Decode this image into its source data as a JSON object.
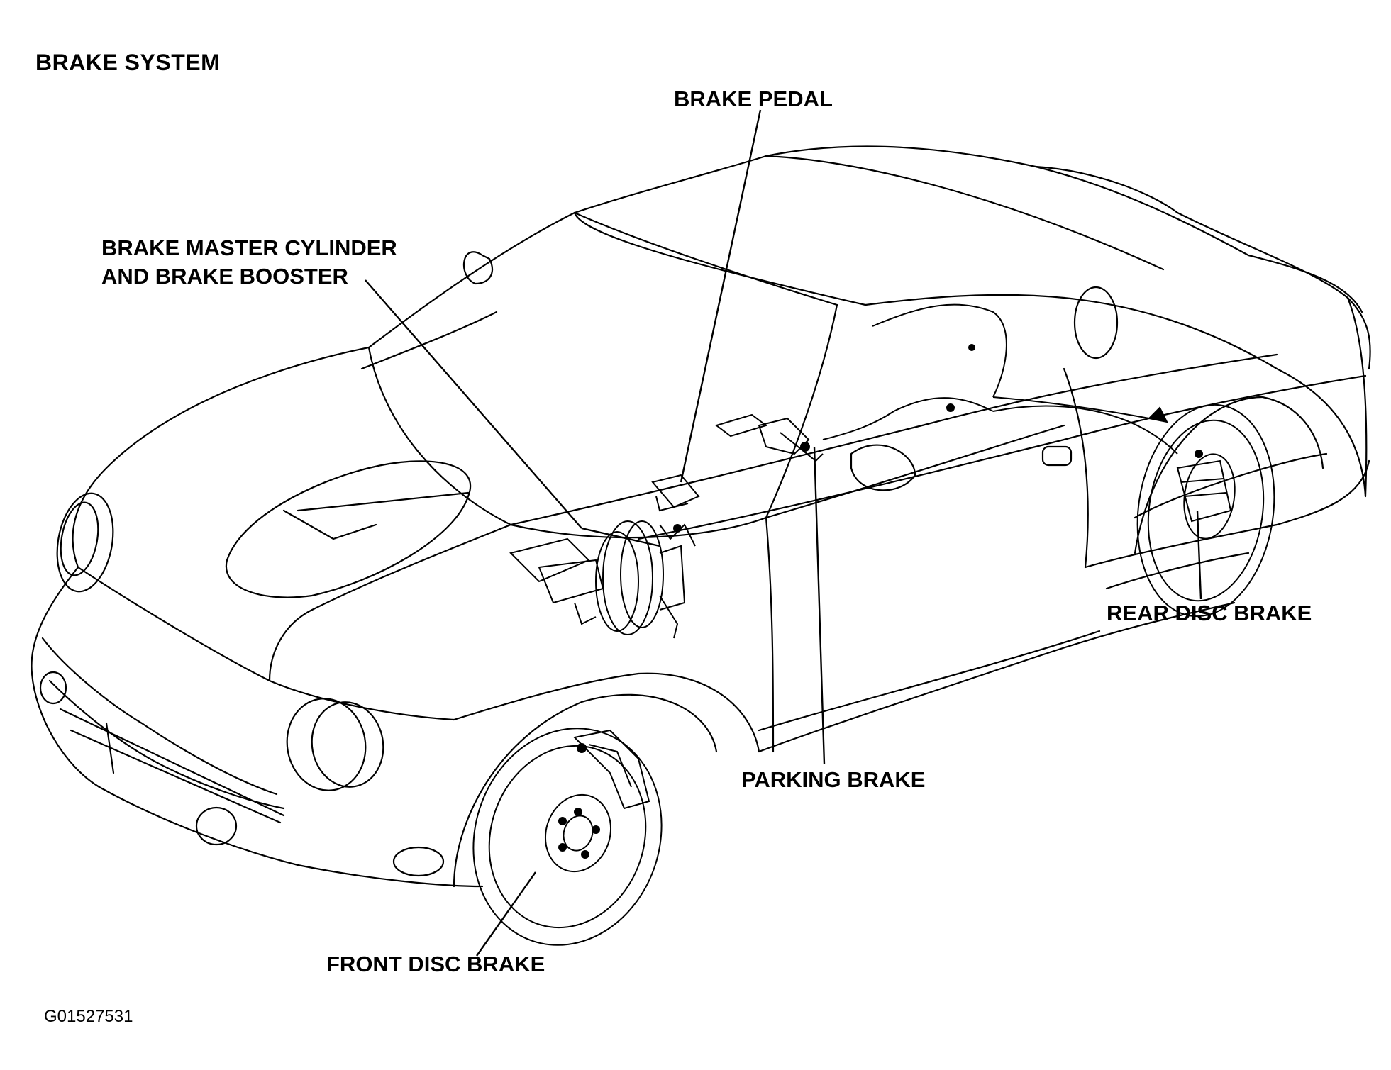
{
  "title": "BRAKE SYSTEM",
  "figure_id": "G01527531",
  "callouts": {
    "brake_pedal": "BRAKE PEDAL",
    "master_cylinder_line1": "BRAKE MASTER CYLINDER",
    "master_cylinder_line2": "AND BRAKE BOOSTER",
    "rear_disc_brake": "REAR DISC BRAKE",
    "parking_brake": "PARKING BRAKE",
    "front_disc_brake": "FRONT DISC BRAKE"
  }
}
